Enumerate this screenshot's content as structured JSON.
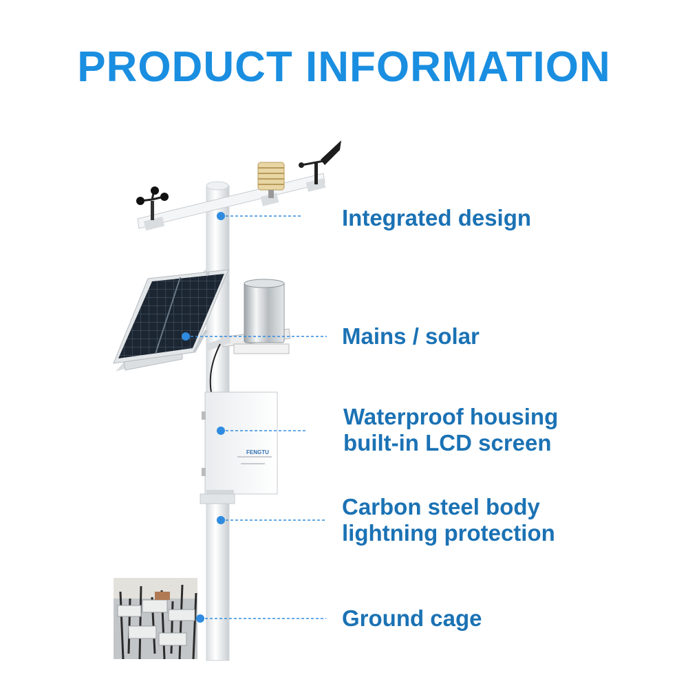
{
  "title": "PRODUCT INFORMATION",
  "features": [
    {
      "lines": [
        "Integrated design"
      ]
    },
    {
      "lines": [
        "Mains / solar"
      ]
    },
    {
      "lines": [
        "Waterproof housing",
        "built-in LCD screen"
      ]
    },
    {
      "lines": [
        "Carbon steel body",
        "lightning protection"
      ]
    },
    {
      "lines": [
        "Ground cage"
      ]
    }
  ],
  "logger_brand": "FENGTU",
  "colors": {
    "title": "#1a8ee0",
    "label": "#1b72b4",
    "callout_dot": "#2f8be0"
  }
}
